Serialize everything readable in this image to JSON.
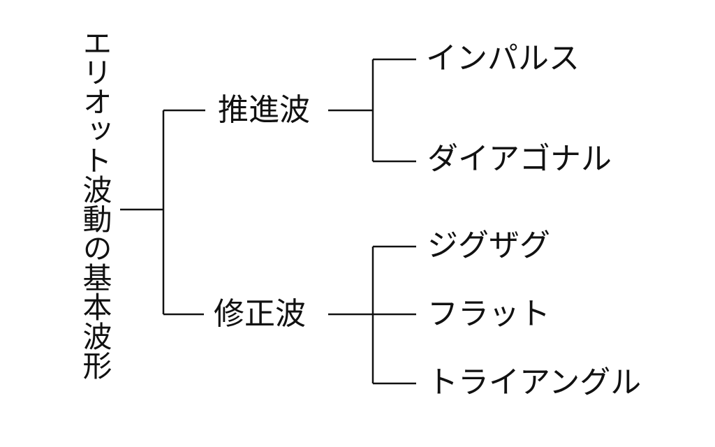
{
  "diagram": {
    "root": "エリオット波動の基本波形",
    "branches": [
      {
        "label": "推進波",
        "children": [
          "インパルス",
          "ダイアゴナル"
        ]
      },
      {
        "label": "修正波",
        "children": [
          "ジグザグ",
          "フラット",
          "トライアングル"
        ]
      }
    ],
    "line_color": "#111111"
  }
}
